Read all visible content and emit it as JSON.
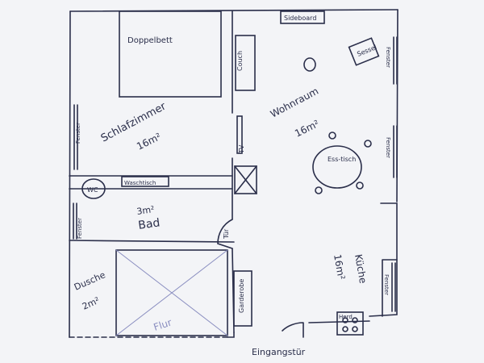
{
  "rooms": {
    "bedroom": {
      "name": "Schlafzimmer",
      "size": "16m²"
    },
    "living": {
      "name": "Wohnraum",
      "size": "16m²"
    },
    "dining": {
      "name": "Ess-tisch"
    },
    "kitchen": {
      "name": "Küche",
      "size": "16m²"
    },
    "bath": {
      "name": "Bad",
      "size": "3m²"
    },
    "shower": {
      "name": "Dusche",
      "size": "2m²"
    },
    "hallway": {
      "name": "Flur"
    }
  },
  "furniture": {
    "double_bed": "Doppelbett",
    "sideboard": "Sideboard",
    "armchair": "Sessel",
    "couch": "Couch",
    "tv": "TV",
    "wc": "WC",
    "washbasin": "Waschtisch",
    "wardrobe": "Garderobe",
    "stove": "Herd",
    "door": "Tür"
  },
  "windows": {
    "bedroom_left": "Fenster",
    "bath_left": "Fenster",
    "right_top": "Fenster",
    "right_mid": "Fenster",
    "right_kitchen": "Fenster"
  },
  "entrance": "Eingangstür"
}
